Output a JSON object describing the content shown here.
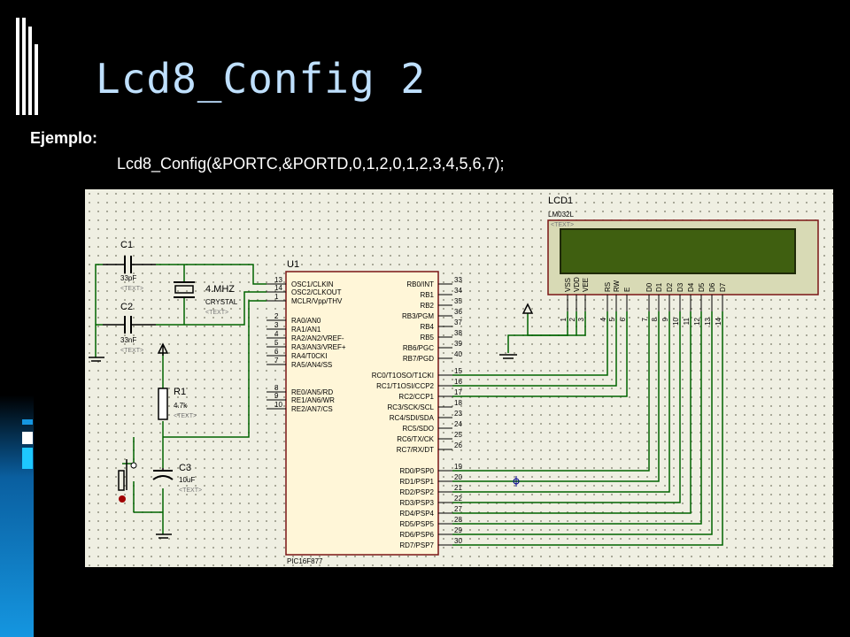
{
  "slide": {
    "title": "Lcd8_Config 2",
    "example_label": "Ejemplo:",
    "code": "Lcd8_Config(&PORTC,&PORTD,0,1,2,0,1,2,3,4,5,6,7);"
  },
  "colors": {
    "title": "#bfe0ff",
    "background": "#000000",
    "accent": "#1596e0",
    "wire": "#006400",
    "lcd_screen": "#3f5f10"
  },
  "schematic": {
    "mcu": {
      "ref": "U1",
      "part": "PIC16F877",
      "left_pins": [
        {
          "num": "13",
          "name": "OSC1/CLKIN"
        },
        {
          "num": "14",
          "name": "OSC2/CLKOUT"
        },
        {
          "num": "1",
          "name": "MCLR/Vpp/THV"
        },
        {
          "num": "2",
          "name": "RA0/AN0"
        },
        {
          "num": "3",
          "name": "RA1/AN1"
        },
        {
          "num": "4",
          "name": "RA2/AN2/VREF-"
        },
        {
          "num": "5",
          "name": "RA3/AN3/VREF+"
        },
        {
          "num": "6",
          "name": "RA4/T0CKI"
        },
        {
          "num": "7",
          "name": "RA5/AN4/SS"
        },
        {
          "num": "8",
          "name": "RE0/AN5/RD"
        },
        {
          "num": "9",
          "name": "RE1/AN6/WR"
        },
        {
          "num": "10",
          "name": "RE2/AN7/CS"
        }
      ],
      "right_pins": [
        {
          "num": "33",
          "name": "RB0/INT"
        },
        {
          "num": "34",
          "name": "RB1"
        },
        {
          "num": "35",
          "name": "RB2"
        },
        {
          "num": "36",
          "name": "RB3/PGM"
        },
        {
          "num": "37",
          "name": "RB4"
        },
        {
          "num": "38",
          "name": "RB5"
        },
        {
          "num": "39",
          "name": "RB6/PGC"
        },
        {
          "num": "40",
          "name": "RB7/PGD"
        },
        {
          "num": "15",
          "name": "RC0/T1OSO/T1CKI"
        },
        {
          "num": "16",
          "name": "RC1/T1OSI/CCP2"
        },
        {
          "num": "17",
          "name": "RC2/CCP1"
        },
        {
          "num": "18",
          "name": "RC3/SCK/SCL"
        },
        {
          "num": "23",
          "name": "RC4/SDI/SDA"
        },
        {
          "num": "24",
          "name": "RC5/SDO"
        },
        {
          "num": "25",
          "name": "RC6/TX/CK"
        },
        {
          "num": "26",
          "name": "RC7/RX/DT"
        },
        {
          "num": "19",
          "name": "RD0/PSP0"
        },
        {
          "num": "20",
          "name": "RD1/PSP1"
        },
        {
          "num": "21",
          "name": "RD2/PSP2"
        },
        {
          "num": "22",
          "name": "RD3/PSP3"
        },
        {
          "num": "27",
          "name": "RD4/PSP4"
        },
        {
          "num": "28",
          "name": "RD5/PSP5"
        },
        {
          "num": "29",
          "name": "RD6/PSP6"
        },
        {
          "num": "30",
          "name": "RD7/PSP7"
        }
      ]
    },
    "lcd": {
      "ref": "LCD1",
      "part": "LM032L",
      "text_placeholder": "<TEXT>",
      "pins": [
        {
          "name": "VSS",
          "num": "1"
        },
        {
          "name": "VDD",
          "num": "2"
        },
        {
          "name": "VEE",
          "num": "3"
        },
        {
          "name": "RS",
          "num": "4"
        },
        {
          "name": "RW",
          "num": "5"
        },
        {
          "name": "E",
          "num": "6"
        },
        {
          "name": "D0",
          "num": "7"
        },
        {
          "name": "D1",
          "num": "8"
        },
        {
          "name": "D2",
          "num": "9"
        },
        {
          "name": "D3",
          "num": "10"
        },
        {
          "name": "D4",
          "num": "11"
        },
        {
          "name": "D5",
          "num": "12"
        },
        {
          "name": "D6",
          "num": "13"
        },
        {
          "name": "D7",
          "num": "14"
        }
      ]
    },
    "c1": {
      "ref": "C1",
      "value": "33pF",
      "text": "<TEXT>"
    },
    "c2": {
      "ref": "C2",
      "value": "33nF",
      "text": "<TEXT>"
    },
    "crystal": {
      "freq": "4.MHZ",
      "name": "CRYSTAL",
      "text": "<TEXT>"
    },
    "r1": {
      "ref": "R1",
      "value": "4.7k",
      "text": "<TEXT>"
    },
    "c3": {
      "ref": "C3",
      "value": "10uF",
      "text": "<TEXT>"
    }
  }
}
